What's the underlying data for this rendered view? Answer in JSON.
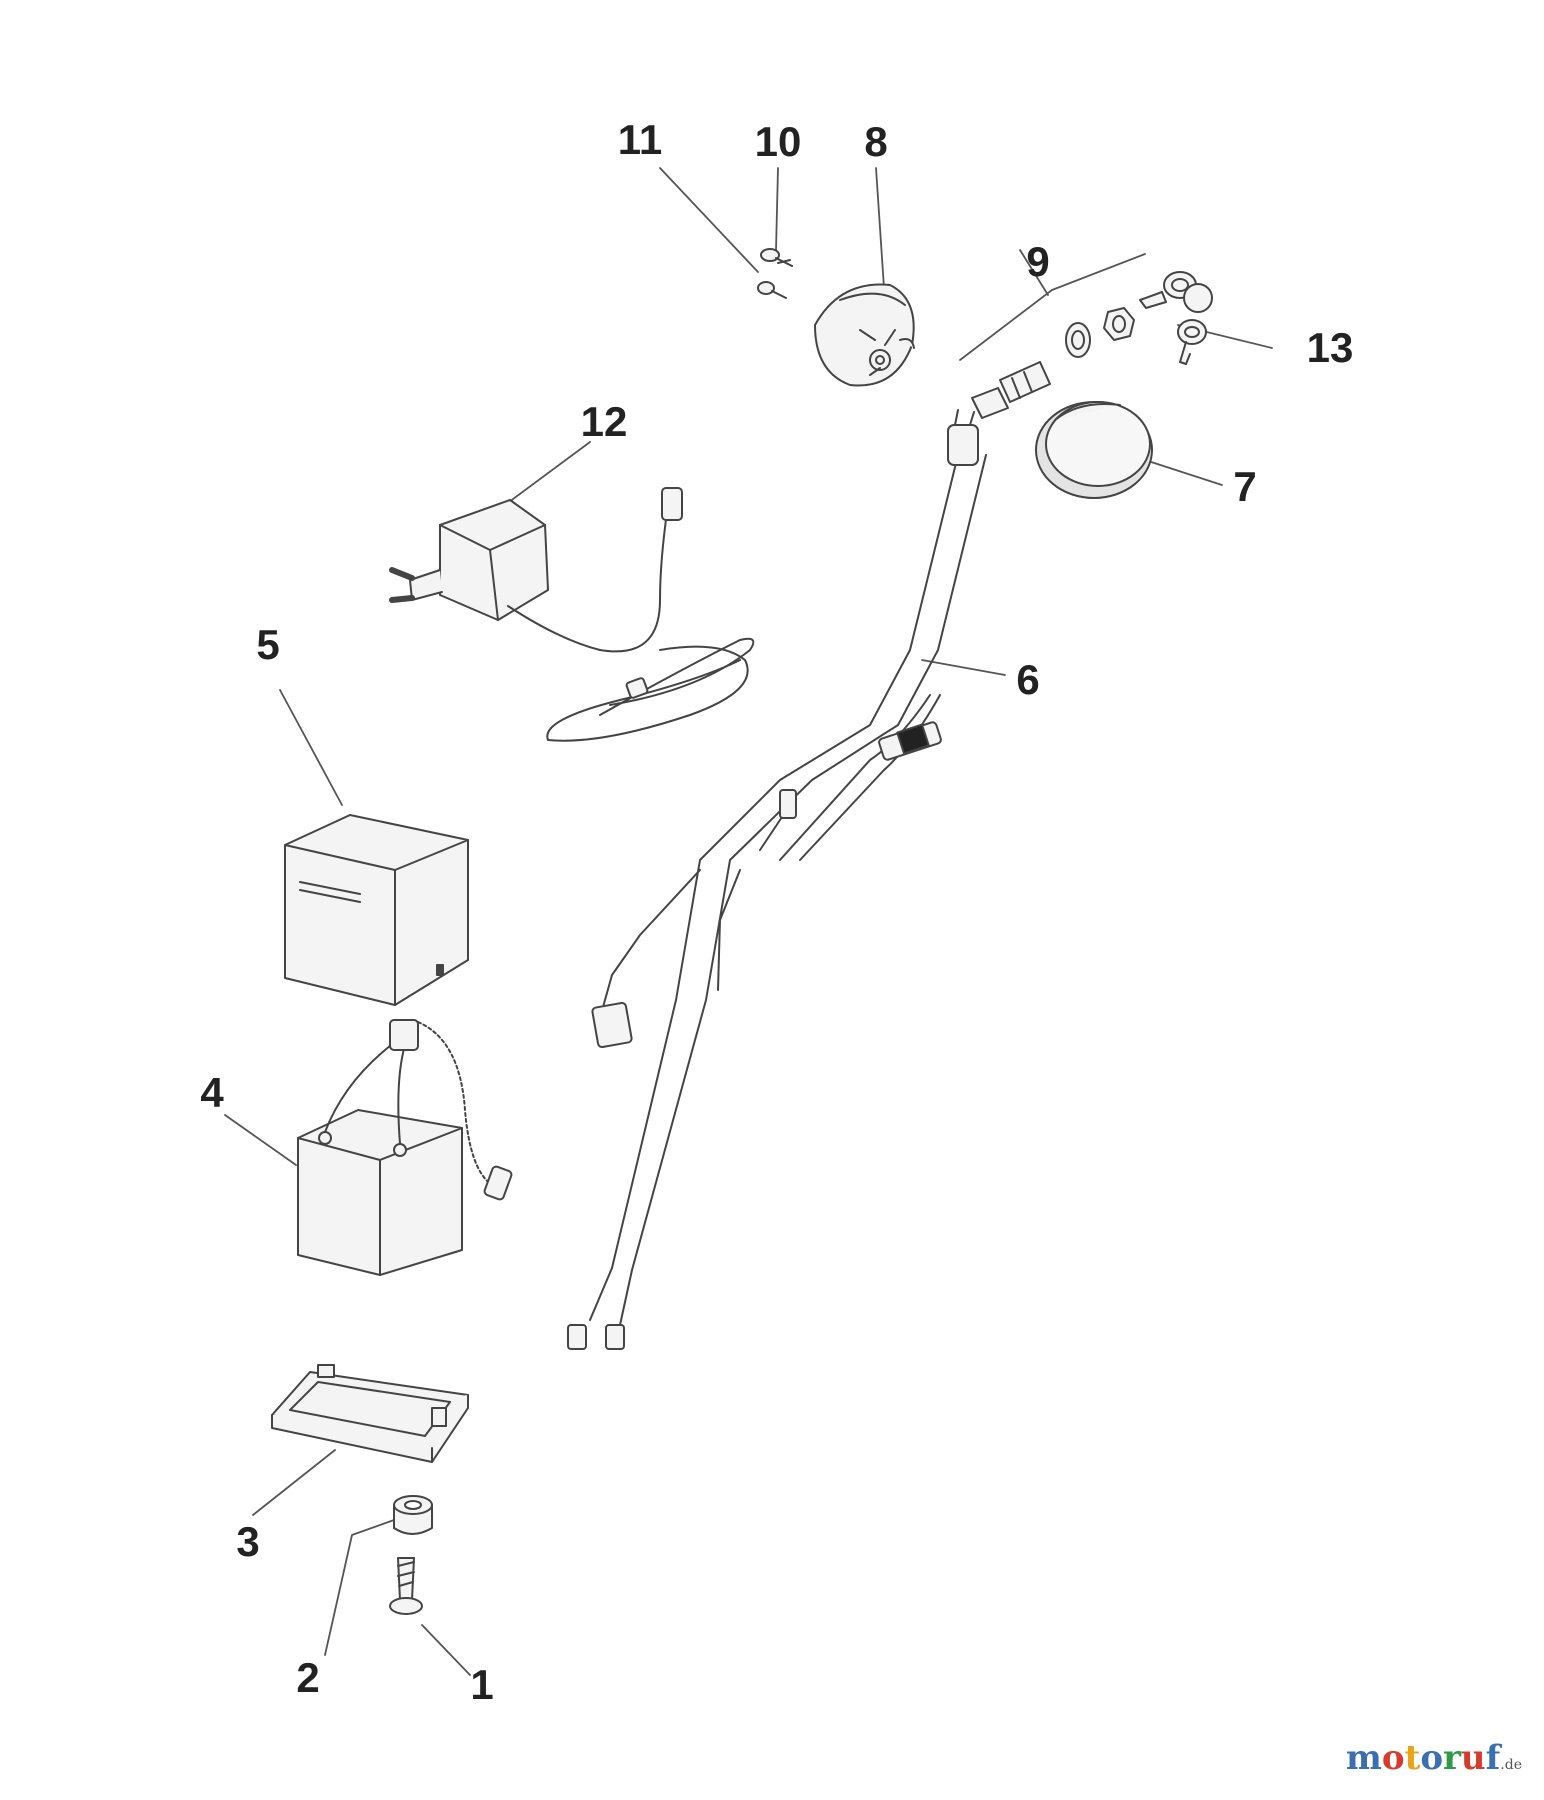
{
  "diagram": {
    "type": "exploded-parts-diagram",
    "line_color": "#444444",
    "part_fill": "#f4f4f4",
    "callouts": [
      {
        "id": "1",
        "label": "1"
      },
      {
        "id": "2",
        "label": "2"
      },
      {
        "id": "3",
        "label": "3"
      },
      {
        "id": "4",
        "label": "4"
      },
      {
        "id": "5",
        "label": "5"
      },
      {
        "id": "6",
        "label": "6"
      },
      {
        "id": "7",
        "label": "7"
      },
      {
        "id": "8",
        "label": "8"
      },
      {
        "id": "9",
        "label": "9"
      },
      {
        "id": "10",
        "label": "10"
      },
      {
        "id": "11",
        "label": "11"
      },
      {
        "id": "12",
        "label": "12"
      },
      {
        "id": "13",
        "label": "13"
      }
    ]
  },
  "watermark": {
    "letters": [
      "m",
      "o",
      "t",
      "o",
      "r",
      "u",
      "f"
    ],
    "letter_colors": [
      "#3a6fb0",
      "#d63b2e",
      "#e8a317",
      "#3a6fb0",
      "#2e9a48",
      "#d63b2e",
      "#3a6fb0"
    ],
    "tld": ".de"
  }
}
